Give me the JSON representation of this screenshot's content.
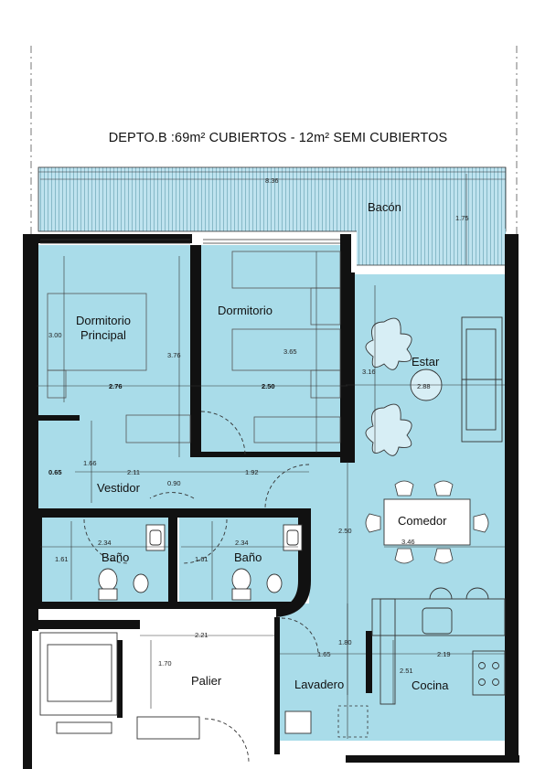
{
  "title": "DEPTO.B :69m² CUBIERTOS - 12m² SEMI CUBIERTOS",
  "colors": {
    "floor": "#a9dce9",
    "balcony": "#bfe3ef",
    "wall": "#111111"
  },
  "rooms": {
    "balcony": "Bacón",
    "master_bedroom_line1": "Dormitorio",
    "master_bedroom_line2": "Principal",
    "bedroom": "Dormitorio",
    "living": "Estar",
    "dining": "Comedor",
    "closet": "Vestidor",
    "bath1": "Baño",
    "bath2": "Baño",
    "landing": "Palier",
    "laundry": "Lavadero",
    "kitchen": "Cocina"
  },
  "dims": {
    "balcony_width": "8.36",
    "balcony_depth": "1.75",
    "master_height": "3.00",
    "master_width": "2.76",
    "master_side": "3.76",
    "bedroom_height": "3.65",
    "bedroom_width": "2.50",
    "living_height": "3.16",
    "living_width": "2.88",
    "small_dim": "0.65",
    "closet_height": "1.66",
    "closet_width": "2.11",
    "door_gap": "0.90",
    "hall_width": "1.92",
    "bath1_width": "2.34",
    "bath1_height": "1.61",
    "bath2_width": "2.34",
    "bath2_height": "1.61",
    "dining_height": "2.50",
    "dining_width": "3.46",
    "landing_width": "2.21",
    "landing_height": "1.70",
    "laundry_height": "1.80",
    "laundry_width": "1.65",
    "kitchen_width": "2.19",
    "kitchen_height": "2.51"
  }
}
